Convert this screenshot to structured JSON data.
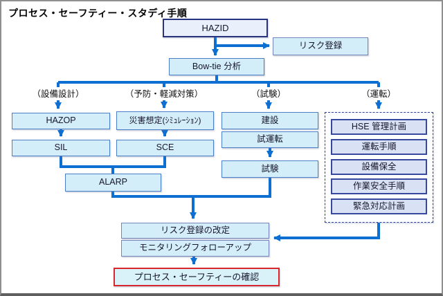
{
  "title": "プロセス・セーフティー・スタディ手順",
  "colors": {
    "connector_blue": "#0d6fd2",
    "hazid_border": "#28327e",
    "box_border_blue": "#4a7ec8",
    "box_border_gray_blue": "#7585ba",
    "operation_box_border": "#36499e",
    "red_border": "#d9262c",
    "cyan_fill": "#d3eef8",
    "hazid_fill": "#eaf0fb",
    "operation_fill": "#d9e2f4",
    "frame_border": "#8f8f8f"
  },
  "flow": {
    "hazid": "HAZID",
    "risk_register": "リスク登録",
    "bowtie": "Bow-tie 分析",
    "branches": {
      "design": "（設備設計）",
      "prevention": "（予防・軽減対策）",
      "test": "（試験）",
      "operation": "（運転）"
    },
    "design_steps": [
      "HAZOP",
      "SIL"
    ],
    "prevention_steps": [
      "災害想定(ｼﾐｭﾚｰｼｮﾝ)",
      "SCE"
    ],
    "alarp": "ALARP",
    "test_steps": [
      "建設",
      "試運転",
      "試験"
    ],
    "operation_steps": [
      "HSE 管理計画",
      "運転手順",
      "設備保全",
      "作業安全手順",
      "緊急対応計画"
    ],
    "risk_register_revision": "リスク登録の改定",
    "monitoring_followup": "モニタリングフォローアップ",
    "process_safety_confirmation": "プロセス・セーフティーの確認"
  }
}
